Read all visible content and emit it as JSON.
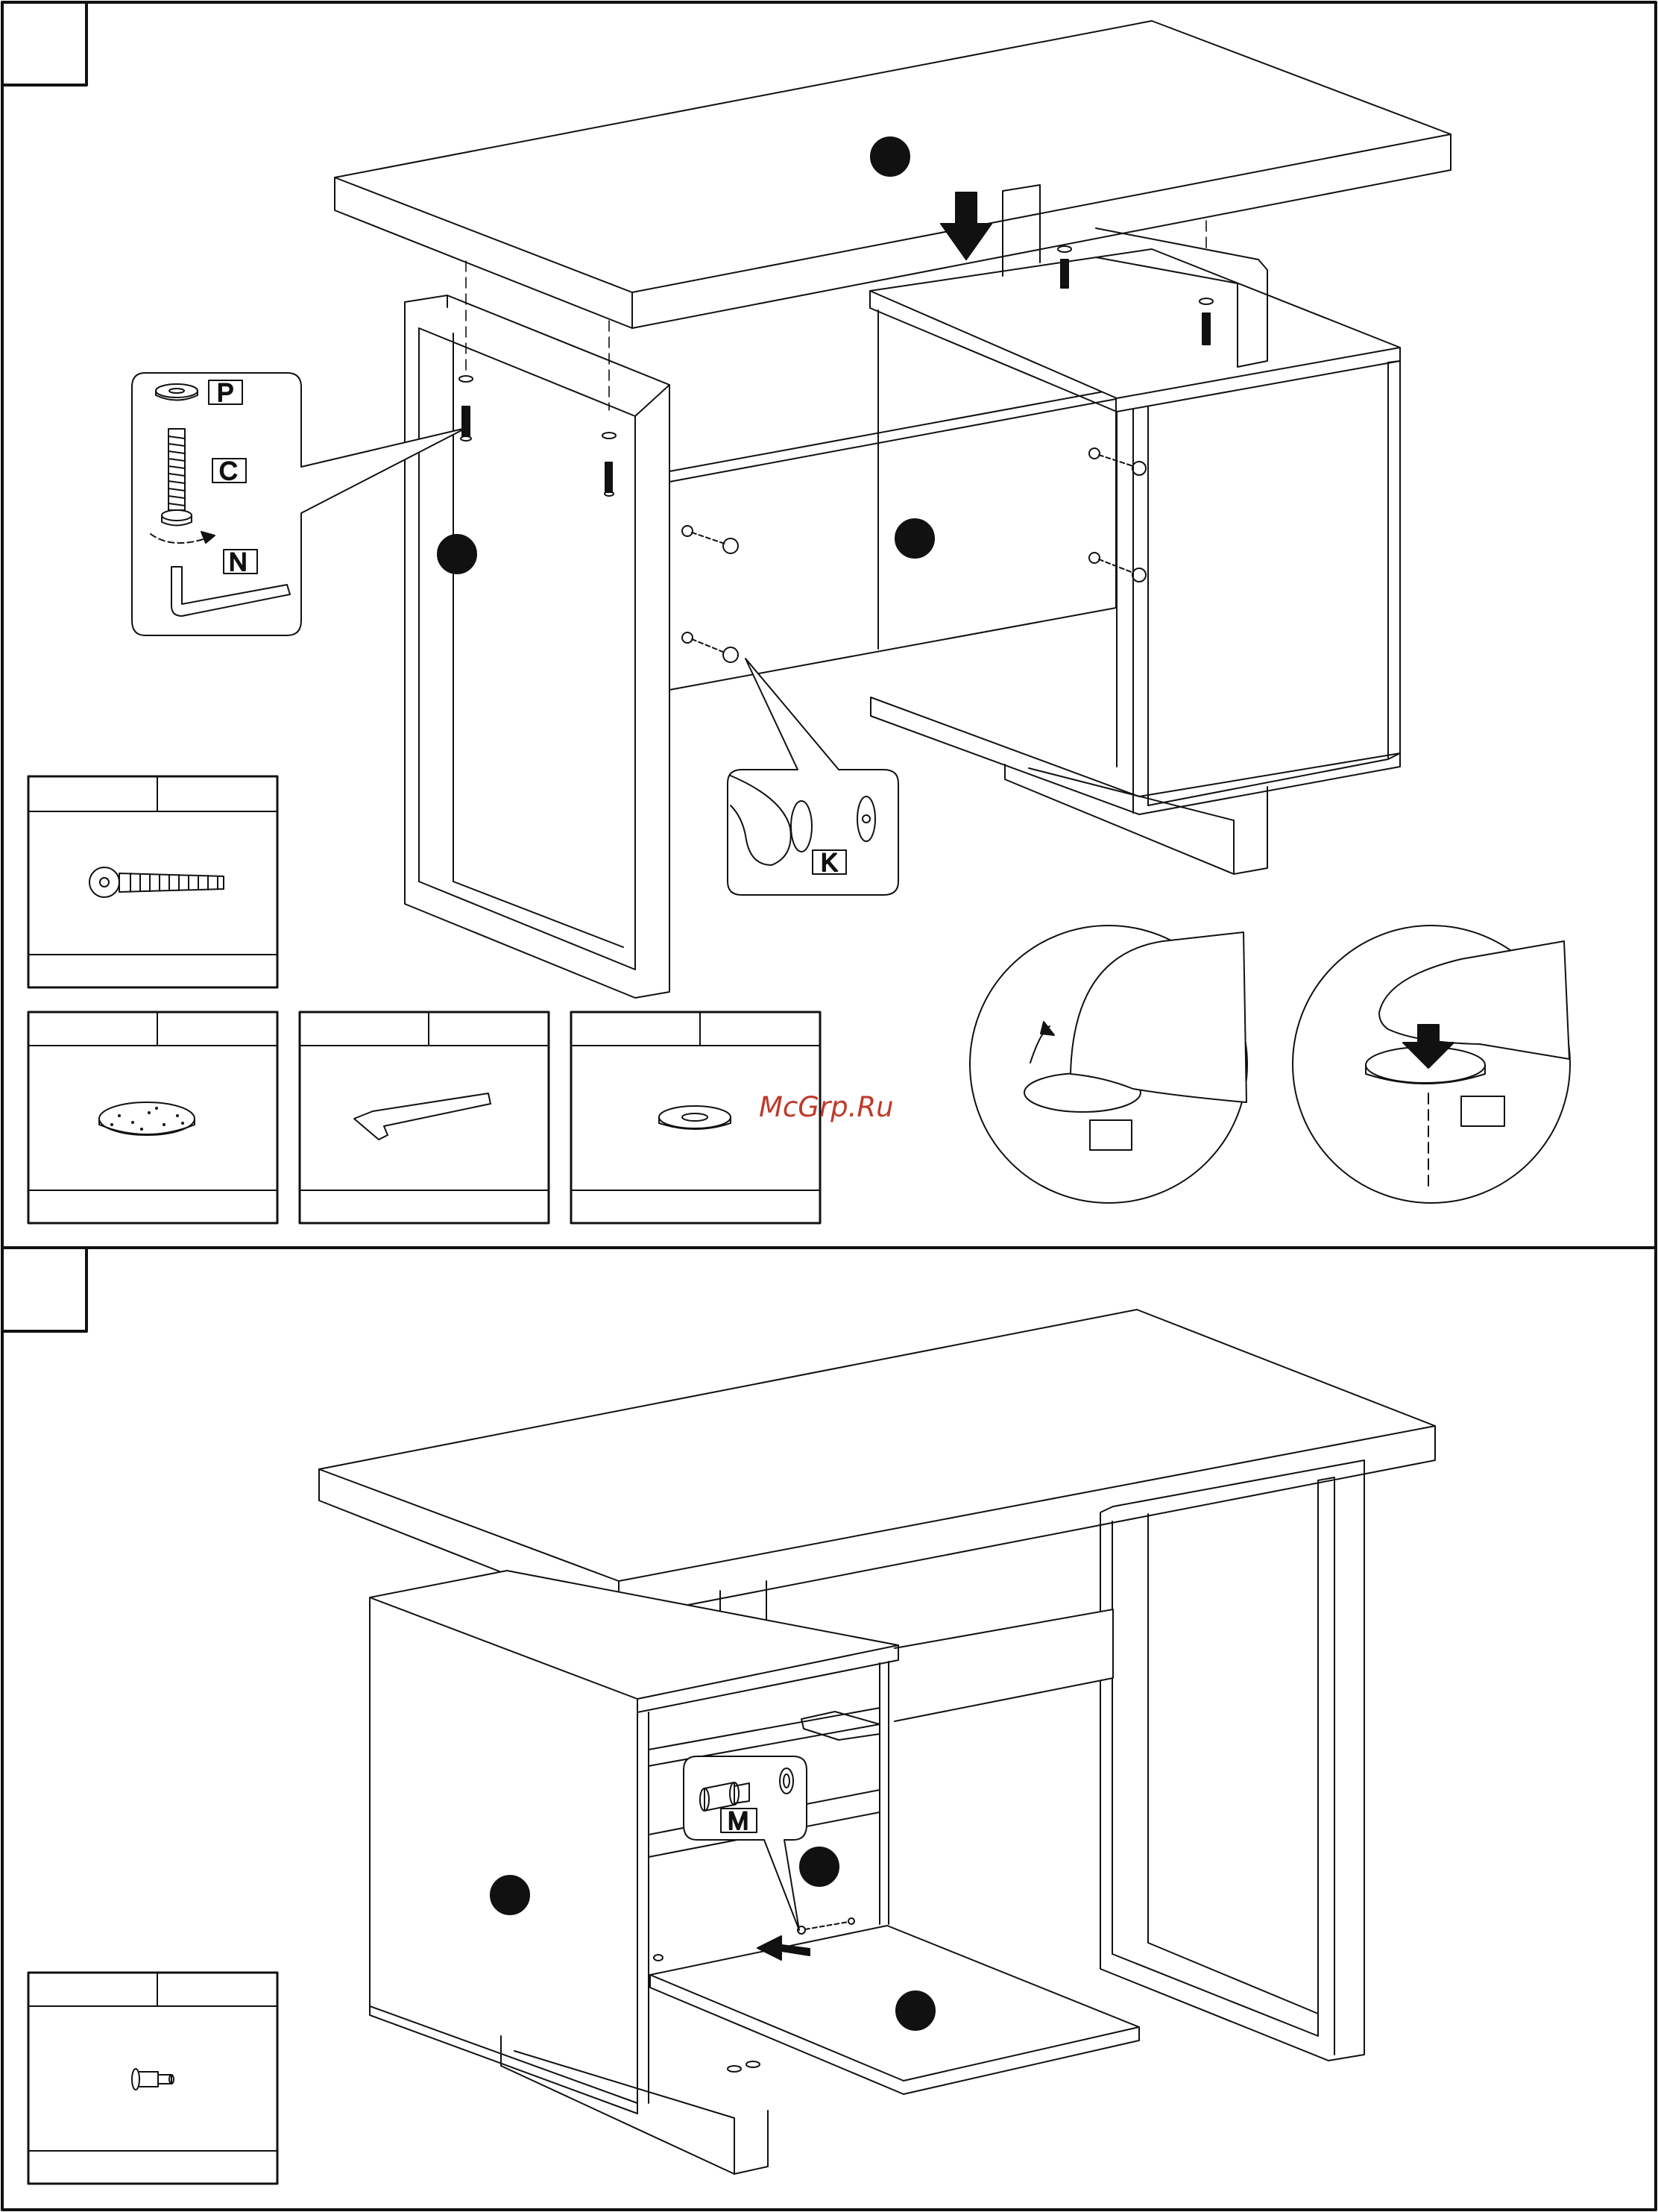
{
  "watermark": "McGrp.Ru",
  "step1": {
    "hardware_callout": {
      "label_washer": "P",
      "label_bolt": "C",
      "label_key": "N"
    },
    "cap_callout": {
      "label_cap": "K"
    }
  },
  "step2": {
    "dowel_callout": {
      "label_dowel": "M"
    }
  },
  "colors": {
    "line": "#111111",
    "part_marker": "#111111",
    "watermark": "#c0392b"
  }
}
